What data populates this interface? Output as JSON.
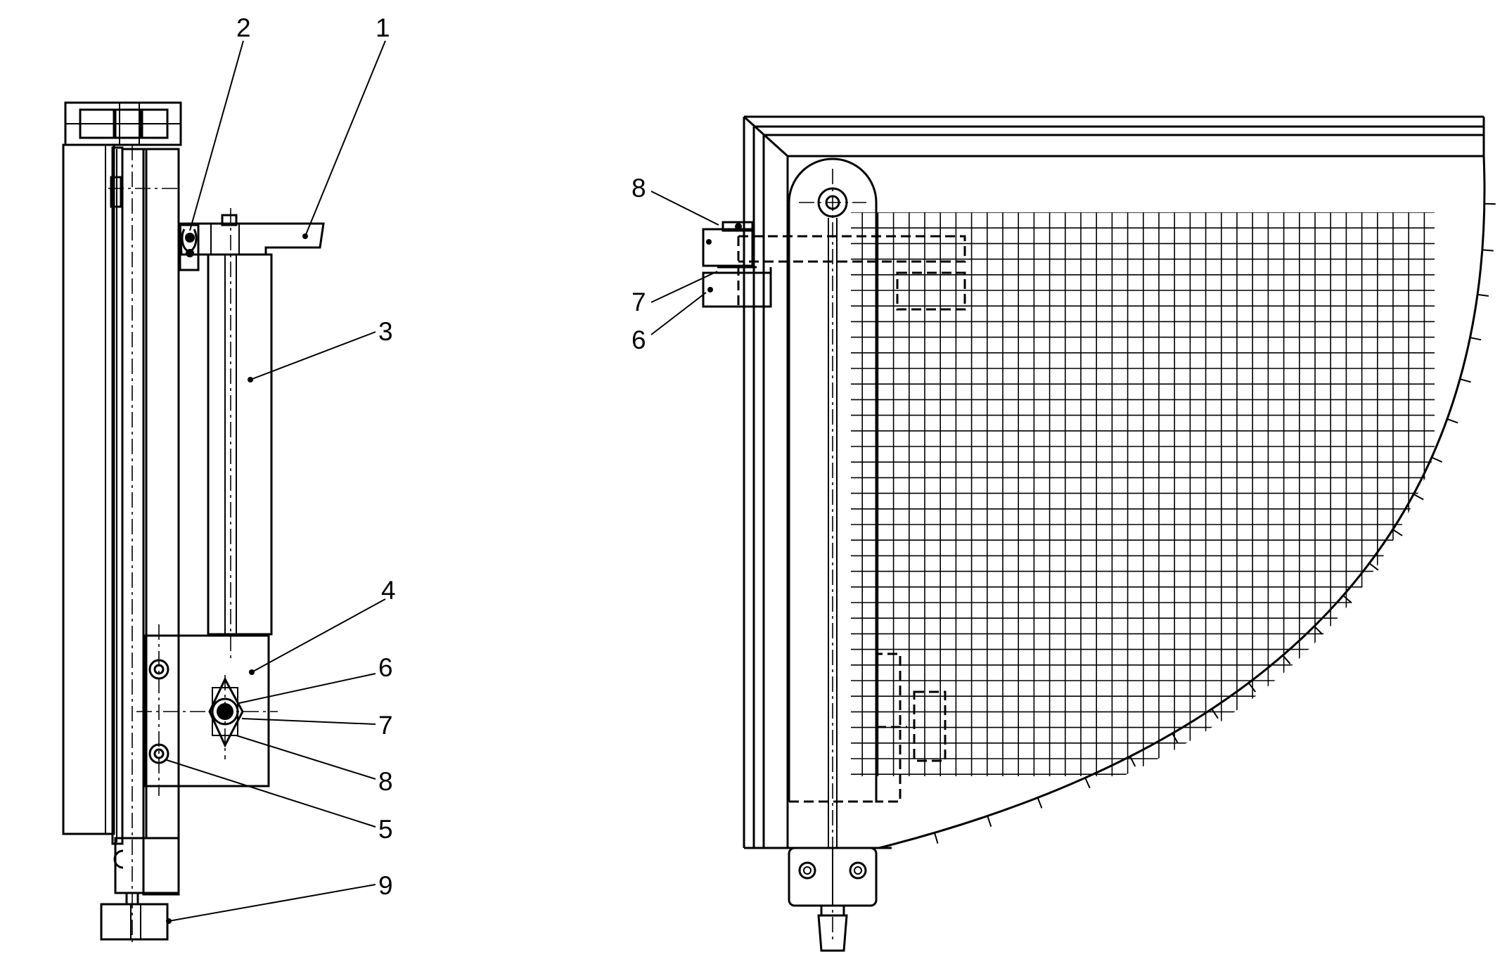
{
  "diagram": {
    "left_view": {
      "callouts": [
        "1",
        "2",
        "3",
        "4",
        "5",
        "6",
        "7",
        "8",
        "9"
      ]
    },
    "right_view": {
      "callouts": [
        "6",
        "7",
        "8"
      ]
    }
  }
}
